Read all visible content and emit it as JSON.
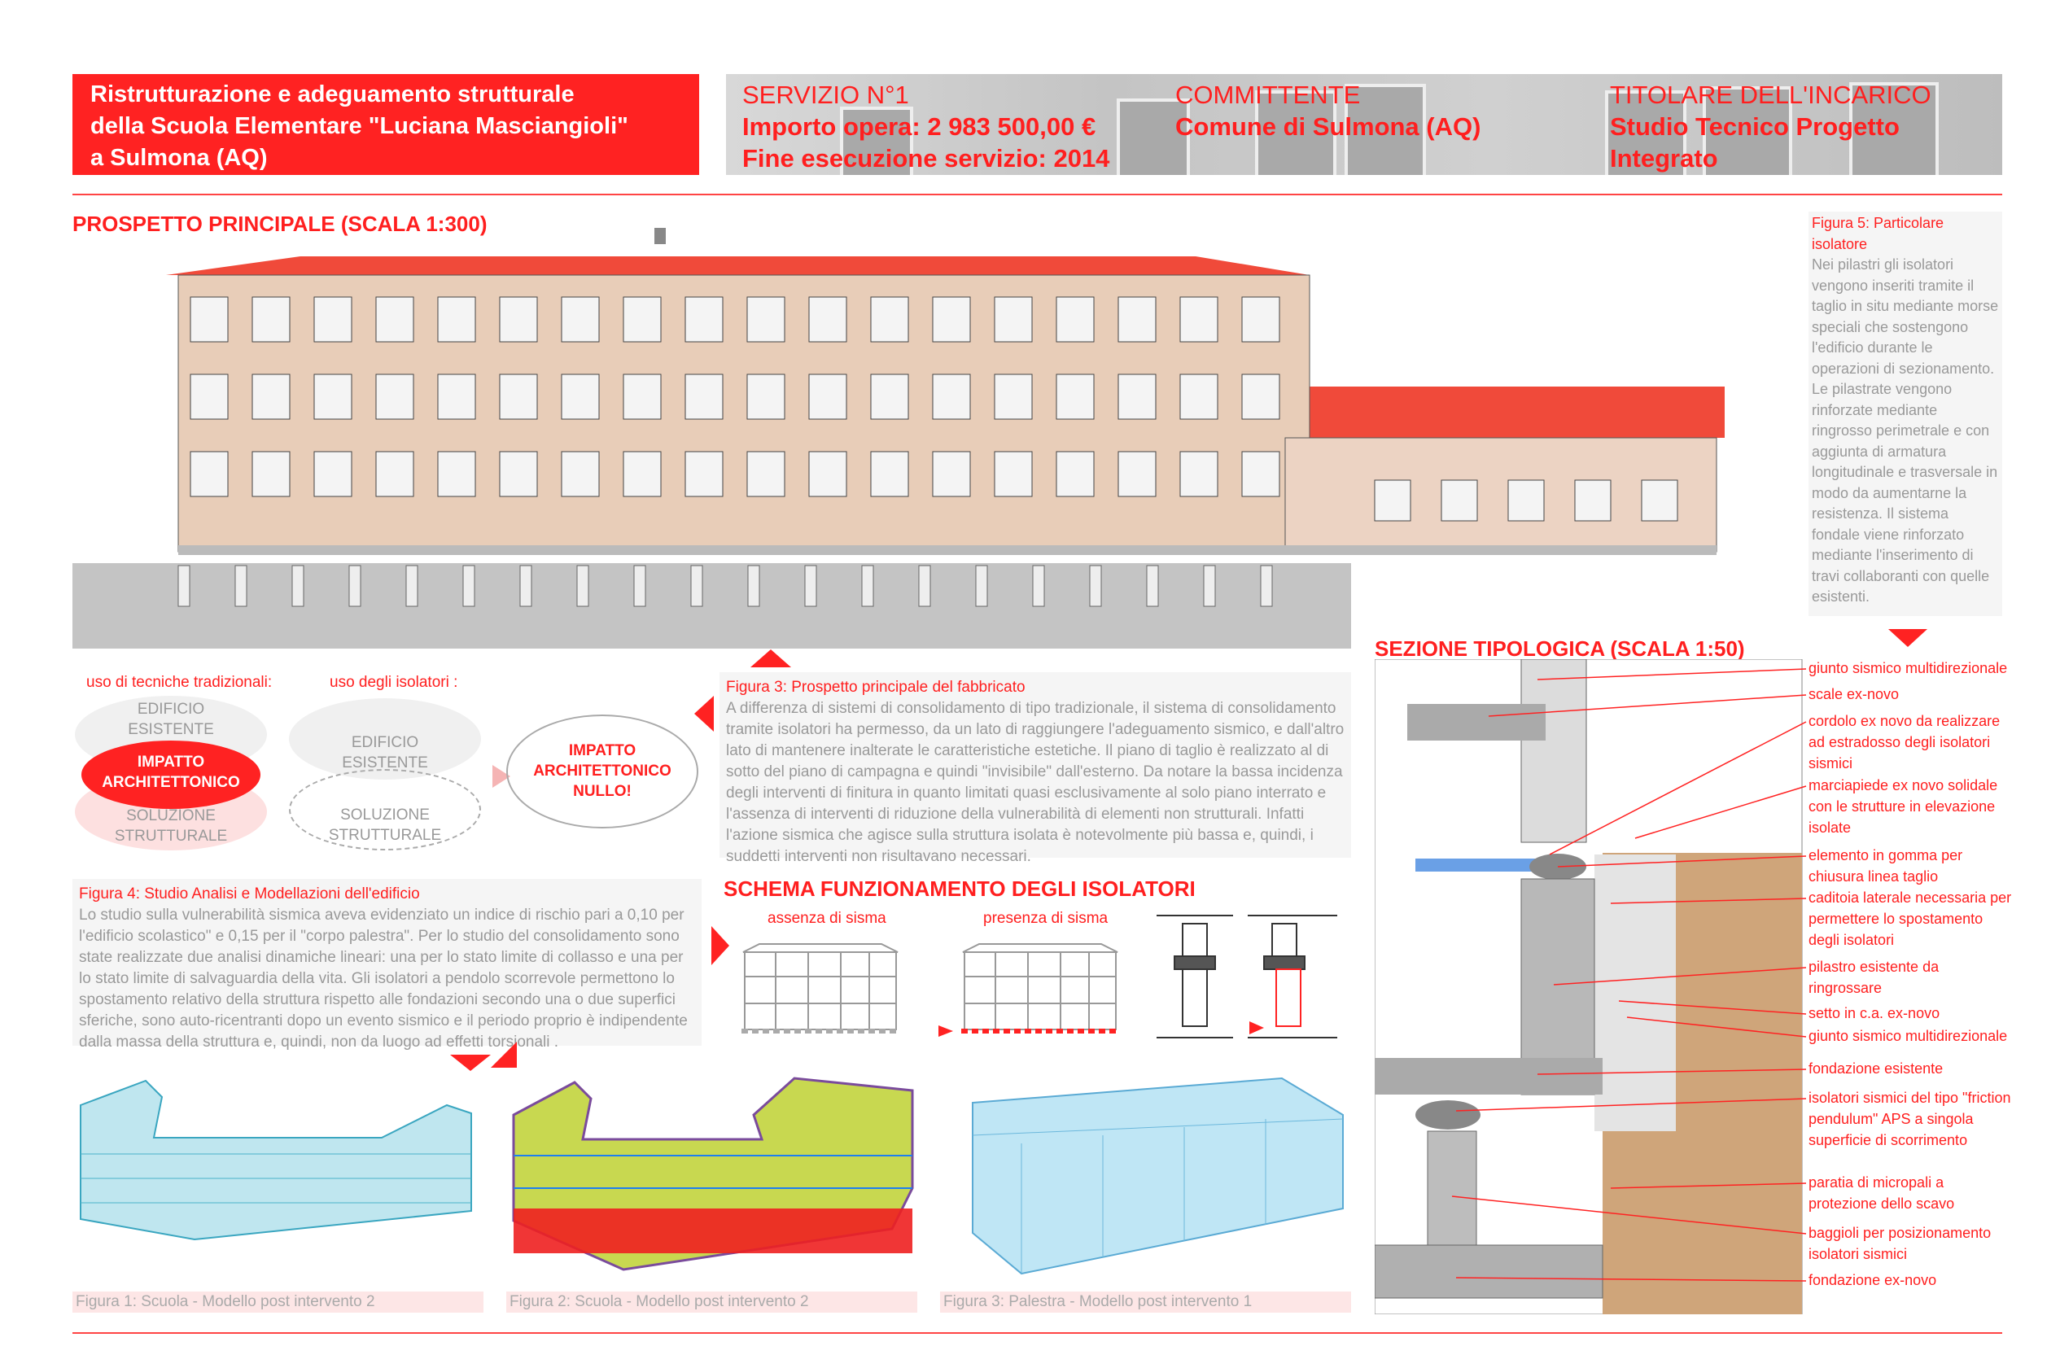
{
  "header": {
    "title_lines": [
      "Ristrutturazione e adeguamento strutturale",
      "della Scuola Elementare \"Luciana Masciangioli\"",
      "a Sulmona (AQ)"
    ],
    "service": {
      "heading": "SERVIZIO N°1",
      "amount": "Importo opera: 2 983 500,00 €",
      "end": "Fine esecuzione servizio: 2014"
    },
    "client": {
      "heading": "COMMITTENTE",
      "name": "Comune di Sulmona (AQ)"
    },
    "holder": {
      "heading": "TITOLARE DELL'INCARICO",
      "name_lines": [
        "Studio Tecnico Progetto",
        "Integrato"
      ]
    }
  },
  "elevation": {
    "title": "PROSPETTO PRINCIPALE (SCALA 1:300)"
  },
  "figure5": {
    "caption": "Figura 5: Particolare isolatore",
    "text": "Nei pilastri gli isolatori vengono inseriti tramite il taglio in situ mediante morse speciali che sostengono l'edificio durante le operazioni di sezionamento. Le pilastrate vengono rinforzate mediante ringrosso perimetrale e con aggiunta di armatura longitudinale e trasversale in modo da aumentarne la resistenza. Il sistema fondale viene rinforzato mediante l'inserimento di travi collaboranti con quelle esistenti."
  },
  "comparison": {
    "traditional_label": "uso di tecniche tradizionali:",
    "isolators_label": "uso degli isolatori :",
    "existing": "EDIFICIO ESISTENTE",
    "impact": "IMPATTO ARCHITETTONICO",
    "solution": "SOLUZIONE STRUTTURALE",
    "null_impact": "IMPATTO ARCHITETTONICO NULLO!"
  },
  "figure3": {
    "caption": "Figura 3: Prospetto principale del fabbricato",
    "text": "A differenza di sistemi di consolidamento di tipo tradizionale, il sistema di consolidamento tramite isolatori ha permesso, da un lato di raggiungere l'adeguamento sismico, e dall'altro lato di mantenere inalterate le caratteristiche estetiche. Il piano di taglio è realizzato al di sotto del piano di campagna e quindi \"invisibile\" dall'esterno.  Da notare la bassa incidenza degli interventi di finitura in quanto limitati quasi esclusivamente al solo piano interrato e l'assenza di interventi di riduzione della vulnerabilità di elementi non strutturali. Infatti l'azione sismica che agisce sulla struttura isolata è notevolmente più bassa e, quindi, i suddetti interventi non risultavano necessari."
  },
  "figure4": {
    "caption": "Figura 4: Studio Analisi e Modellazioni dell'edificio",
    "text": "Lo studio sulla vulnerabilità sismica aveva evidenziato un indice di rischio pari a 0,10 per l'edificio scolastico\" e 0,15 per il \"corpo palestra\". Per lo studio del consolidamento sono state realizzate due analisi dinamiche lineari: una per lo stato limite di collasso e una per lo stato limite di salvaguardia della vita. Gli isolatori a pendolo scorrevole permettono lo spostamento relativo della struttura rispetto alle fondazioni secondo una o due superfici sferiche, sono auto-ricentranti dopo un evento sismico e il periodo proprio è indipendente dalla massa della struttura e, quindi, non da luogo ad effetti torsionali ."
  },
  "schema": {
    "title": "SCHEMA FUNZIONAMENTO DEGLI ISOLATORI",
    "no_quake": "assenza di sisma",
    "quake": "presenza di sisma"
  },
  "section": {
    "title": "SEZIONE TIPOLOGICA (SCALA 1:50)",
    "labels": [
      "giunto sismico multidirezionale",
      "scale ex-novo",
      "cordolo ex novo da realizzare ad estradosso degli isolatori sismici",
      "marciapiede ex novo solidale con le strutture in elevazione isolate",
      "elemento in gomma per chiusura linea taglio",
      "caditoia laterale  necessaria per permettere lo spostamento degli isolatori",
      "pilastro esistente da ringrossare",
      "setto in c.a. ex-novo",
      "giunto sismico multidirezionale",
      "fondazione esistente",
      "isolatori sismici del tipo \"friction pendulum\" APS a singola superficie di scorrimento",
      "paratia di micropali a protezione dello scavo",
      "baggioli per posizionamento isolatori sismici",
      "fondazione ex-novo"
    ]
  },
  "models": [
    {
      "caption": "Figura 1: Scuola - Modello post intervento 2"
    },
    {
      "caption": "Figura 2: Scuola - Modello post intervento 2"
    },
    {
      "caption": "Figura 3: Palestra - Modello post intervento 1"
    }
  ],
  "colors": {
    "accent": "#ff2222",
    "text_gray": "#999999",
    "roof": "#f24a3a",
    "facade": "#e8cdb8"
  }
}
